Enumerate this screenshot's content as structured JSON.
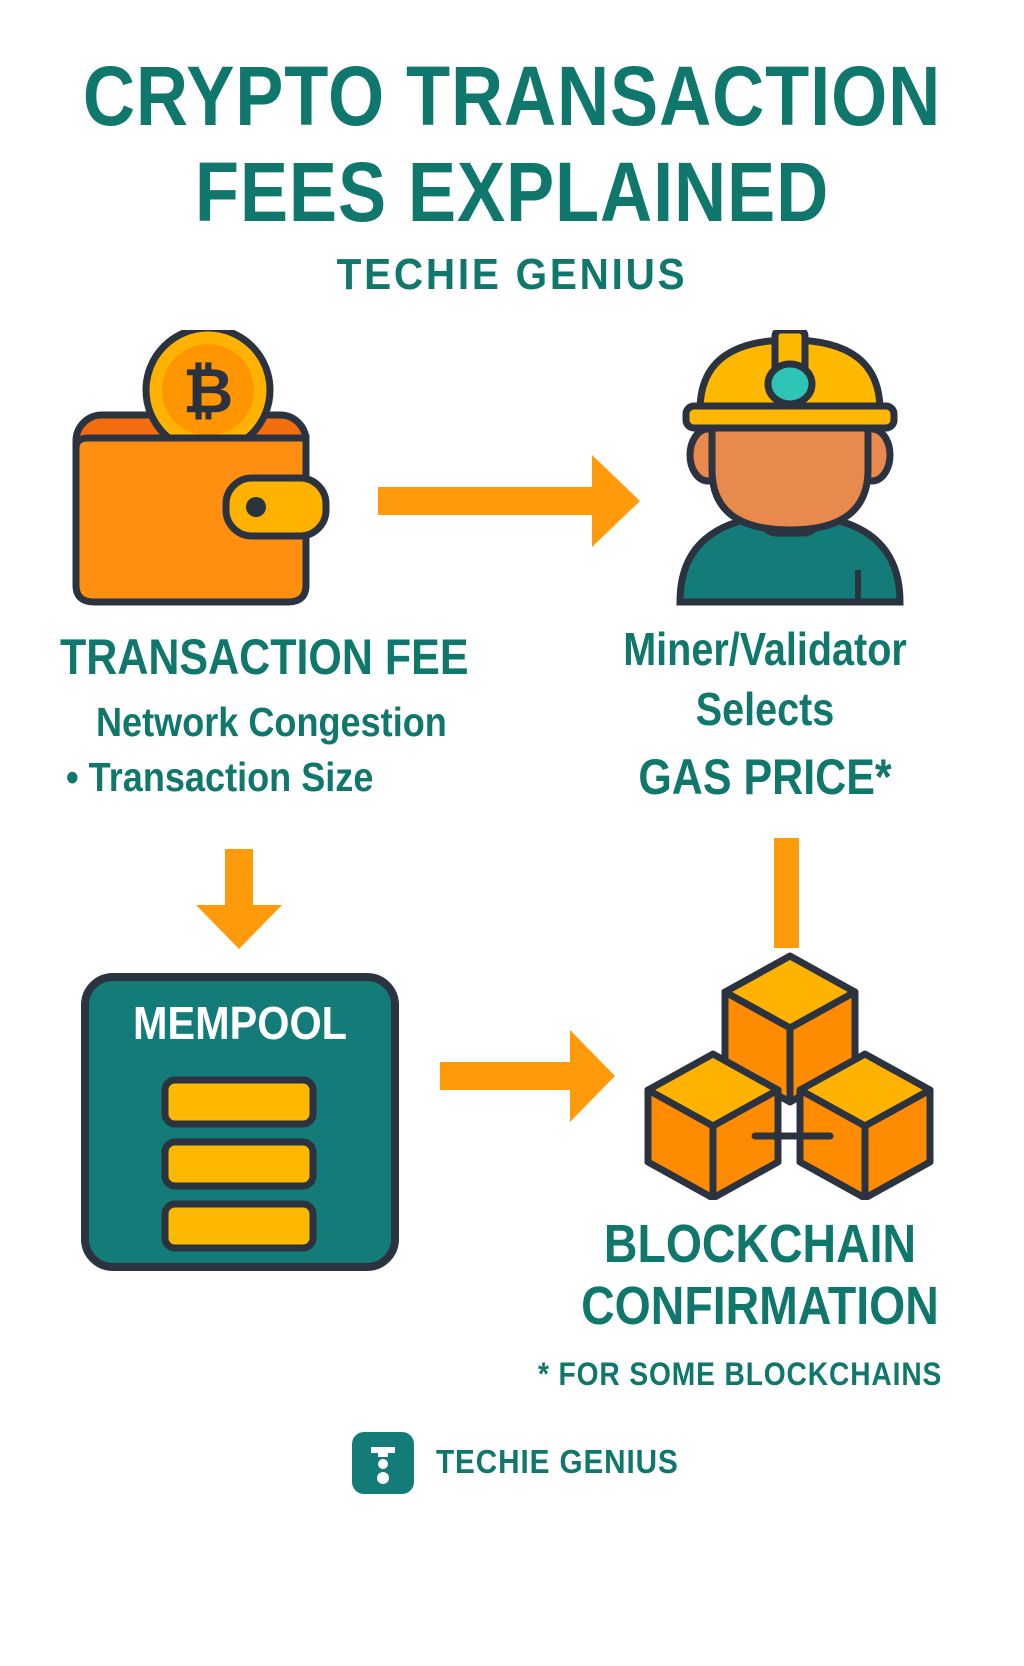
{
  "header": {
    "title_line1": "CRYPTO TRANSACTION",
    "title_line2": "FEES EXPLAINED",
    "subtitle": "TECHIE GENIUS"
  },
  "colors": {
    "teal_text": "#10776d",
    "teal_fill": "#137b78",
    "orange": "#ff8c00",
    "orange_arrow": "#ff9a0a",
    "yellow": "#ffb800",
    "outline": "#2c3340",
    "skin": "#e8894e",
    "lamp": "#2ec4b6"
  },
  "steps": {
    "transaction_fee": {
      "icon": "bitcoin-wallet-icon",
      "coin_symbol": "₿",
      "title": "TRANSACTION FEE",
      "factors": [
        "Network Congestion",
        "Transaction Size"
      ],
      "bullet": "•"
    },
    "miner": {
      "icon": "miner-helmet-icon",
      "line1": "Miner/Validator",
      "line2": "Selects",
      "line3": "GAS PRICE*"
    },
    "mempool": {
      "icon": "mempool-queue-icon",
      "title": "MEMPOOL",
      "slots": 3
    },
    "blockchain": {
      "icon": "blockchain-cubes-icon",
      "line1": "BLOCKCHAIN",
      "line2": "CONFIRMATION"
    }
  },
  "arrows": [
    {
      "from": "transaction_fee",
      "to": "miner",
      "direction": "right"
    },
    {
      "from": "transaction_fee",
      "to": "mempool",
      "direction": "down"
    },
    {
      "from": "mempool",
      "to": "blockchain",
      "direction": "right"
    },
    {
      "from": "miner",
      "to": "blockchain",
      "direction": "line-down"
    }
  ],
  "footnote": "* FOR SOME BLOCKCHAINS",
  "footer": {
    "logo_icon": "techie-genius-logo-icon",
    "brand": "TECHIE GENIUS"
  }
}
